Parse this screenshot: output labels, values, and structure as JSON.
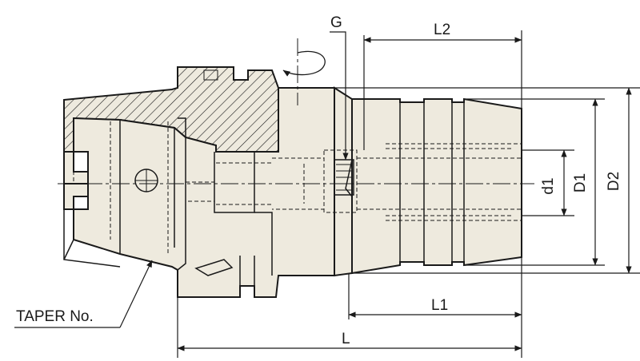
{
  "labels": {
    "g": "G",
    "l2": "L2",
    "d1": "d1",
    "big_d1": "D1",
    "d2": "D2",
    "l1": "L1",
    "l": "L",
    "taper": "TAPER No."
  },
  "colors": {
    "body": "#eeeade",
    "line": "#1a1a1a",
    "background": "#ffffff"
  },
  "icons": {
    "rotation": "rotation-arrow-icon"
  }
}
